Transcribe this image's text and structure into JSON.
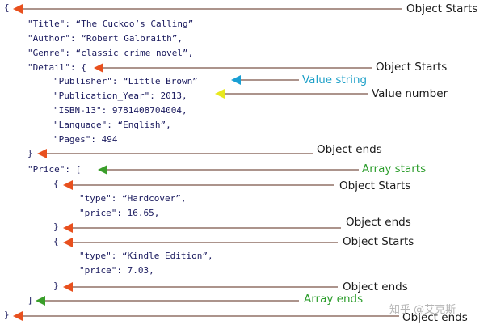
{
  "code_lines": [
    "{",
    "\"Title\": “The Cuckoo’s Calling”",
    "\"Author\": “Robert Galbraith”,",
    "\"Genre\": “classic crime novel”,",
    "\"Detail\": {",
    "\"Publisher\": “Little Brown”",
    "\"Publication_Year\": 2013,",
    "\"ISBN-13\": 9781408704004,",
    "\"Language\": “English”,",
    "\"Pages\": 494",
    "}",
    "\"Price\": [",
    "{",
    "\"type\": “Hardcover”,",
    "\"price\": 16.65,",
    "}",
    "{",
    "\"type\": “Kindle Edition”,",
    "\"price\": 7.03,",
    "}",
    "]",
    "}"
  ],
  "annotations": [
    {
      "text": "Object Starts",
      "color": "#1a1a1a",
      "arrow_color": "#e8501e"
    },
    {
      "text": "Object Starts",
      "color": "#1a1a1a",
      "arrow_color": "#e8501e"
    },
    {
      "text": "Value string",
      "color": "#1ea0c8",
      "arrow_color": "#1a9fd4"
    },
    {
      "text": "Value number",
      "color": "#1a1a1a",
      "arrow_color": "#e8e81e"
    },
    {
      "text": "Object ends",
      "color": "#1a1a1a",
      "arrow_color": "#e8501e"
    },
    {
      "text": "Array starts",
      "color": "#2e9e2e",
      "arrow_color": "#3a9e2a"
    },
    {
      "text": "Object Starts",
      "color": "#1a1a1a",
      "arrow_color": "#e8501e"
    },
    {
      "text": "Object ends",
      "color": "#1a1a1a",
      "arrow_color": "#e8501e"
    },
    {
      "text": "Object Starts",
      "color": "#1a1a1a",
      "arrow_color": "#e8501e"
    },
    {
      "text": "Object ends",
      "color": "#1a1a1a",
      "arrow_color": "#e8501e"
    },
    {
      "text": "Array ends",
      "color": "#2e9e2e",
      "arrow_color": "#3a9e2a"
    },
    {
      "text": "Object ends",
      "color": "#1a1a1a",
      "arrow_color": "#e8501e"
    }
  ],
  "watermark": "知乎 @艾克斯"
}
